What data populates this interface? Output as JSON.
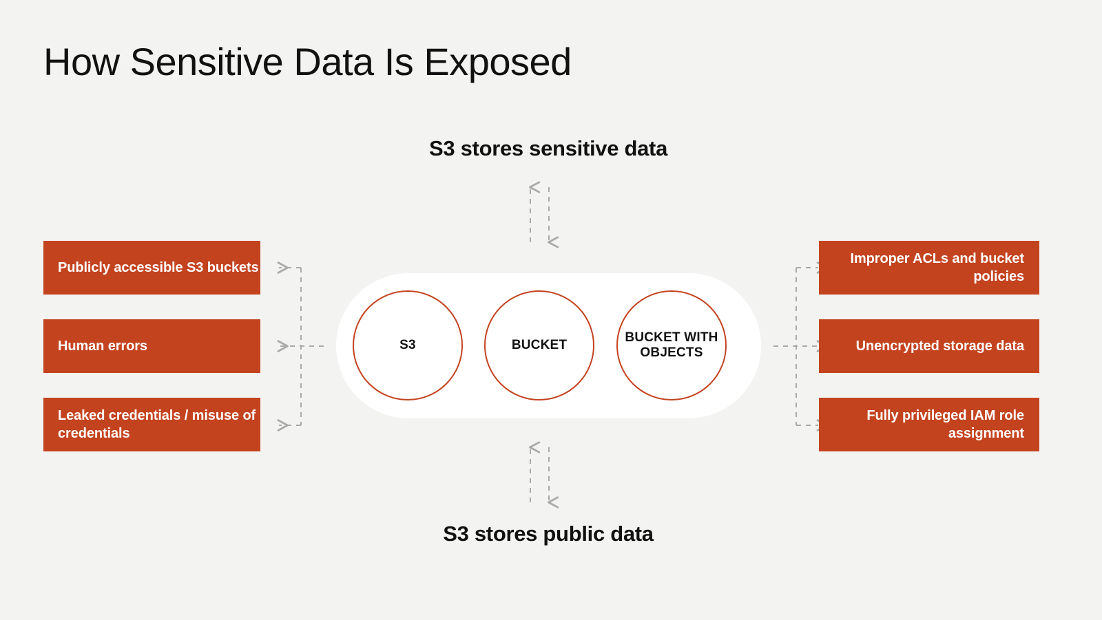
{
  "page": {
    "title": "How Sensitive Data Is Exposed",
    "background_color": "#f3f3f1",
    "accent_color": "#c4431f",
    "text_color": "#111111",
    "connector_color": "#aaaaaa"
  },
  "flow": {
    "top_caption": "S3 stores sensitive data",
    "bottom_caption": "S3 stores public data"
  },
  "nodes": [
    {
      "id": "s3",
      "label": "S3"
    },
    {
      "id": "bucket",
      "label": "BUCKET"
    },
    {
      "id": "bucket-with-objects",
      "label": "BUCKET WITH OBJECTS"
    }
  ],
  "left_factors": [
    {
      "label": "Publicly accessible S3 buckets"
    },
    {
      "label": "Human errors"
    },
    {
      "label": "Leaked credentials / misuse of credentials"
    }
  ],
  "right_factors": [
    {
      "label": "Improper ACLs and bucket policies"
    },
    {
      "label": "Unencrypted storage data"
    },
    {
      "label": "Fully privileged IAM role assignment"
    }
  ]
}
